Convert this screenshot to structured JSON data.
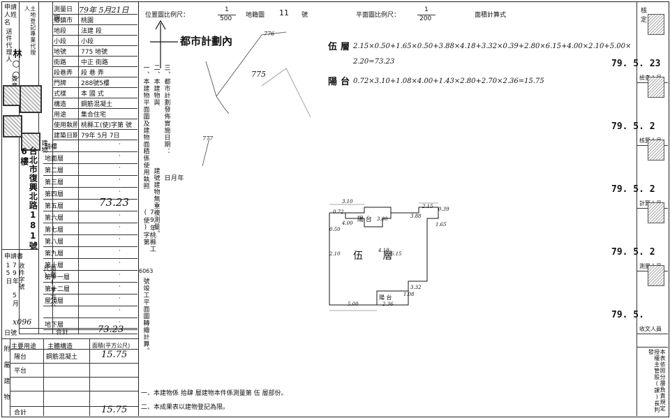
{
  "left_panel": {
    "applicant_label": "申請人姓名",
    "agent_label": "送件代理人",
    "agent_name": "林○○",
    "agent_note": "土地登記專業代理人",
    "seal_label": "簽章",
    "address": "台北市復興北路181號6樓",
    "application_label": "申請書",
    "application_date": "79年 5月 15日",
    "receipt_label": "收件字號",
    "receipt_no": "x096",
    "date_label": "日號",
    "building_label": "建物",
    "area_label": "面積(平方公尺)",
    "survey_label": "測量日期",
    "survey_date": "79年 5月21日",
    "rows": [
      {
        "label": "鄉鎮市",
        "value": "桃園"
      },
      {
        "label": "地段",
        "value": "法建 段"
      },
      {
        "label": "小段",
        "value": "小段"
      },
      {
        "label": "地號",
        "value": "775 地號"
      },
      {
        "label": "街路",
        "value": "中正 街路"
      },
      {
        "label": "段巷弄",
        "value": "段 巷 弄"
      },
      {
        "label": "門牌",
        "value": "288號5樓"
      },
      {
        "label": "式樣",
        "value": "本 國 式"
      },
      {
        "label": "構造",
        "value": "鋼筋混凝土"
      },
      {
        "label": "用途",
        "value": "集合住宅"
      },
      {
        "label": "使用執照",
        "value": "桃縣工(使)字第 號"
      },
      {
        "label": "建築日期",
        "value": "79年 5月 7日"
      }
    ],
    "floors": [
      "騎樓",
      "地面層",
      "第二層",
      "第三層",
      "第四層",
      "第五層",
      "第六層",
      "第七層",
      "第八層",
      "第九層",
      "第十層",
      "第十一層",
      "第十二層",
      "屋頂層",
      "",
      "地下層"
    ],
    "fifth_floor_area": "73.23",
    "total_label": "合計",
    "total_area": "73.23",
    "annex_header": [
      "主要用途",
      "主體構造",
      "面積(平方公尺)"
    ],
    "annex_label": "附屬建物",
    "annex_rows": [
      {
        "use": "陽台",
        "struct": "鋼筋混凝土",
        "area": "15.75"
      },
      {
        "use": "平台",
        "struct": "",
        "area": ""
      },
      {
        "use": "",
        "struct": "",
        "area": ""
      },
      {
        "use": "",
        "struct": "",
        "area": ""
      }
    ],
    "annex_total_label": "合計",
    "annex_total": "15.75"
  },
  "notes": {
    "col1": "一、本建物平面圖及建物面積係使用執照",
    "col1b": "79年桃縣工(使)字第",
    "col1c": "6063",
    "col1d": "號竣工平面圖轉繪計算。",
    "col2": "二、本建物與",
    "col2b": "建號建物無重複測量。",
    "col3": "三、都市計劃發佈實施日期：",
    "col3b": "年 月 日",
    "bottom1": "一、本建物係 拾肆 層建物本件係測量第 伍 層部份。",
    "bottom2": "二、本成果表以建物登記為限。"
  },
  "header": {
    "location_scale_label": "位置圖比例尺：",
    "location_scale_num": "1",
    "location_scale_den": "500",
    "map_sheet_label": "地籍圖",
    "map_sheet_no": "11",
    "map_sheet_suffix": "號",
    "plan_scale_label": "平面圖比例尺：",
    "plan_scale_num": "1",
    "plan_scale_den": "200",
    "calc_label": "面積計算式"
  },
  "location_map": {
    "urban_label": "都市計劃內",
    "parcel_main": "775",
    "parcel_2": "776",
    "parcel_3": "777",
    "north_arrow": "N"
  },
  "calculations": [
    {
      "label": "伍",
      "sub": "層",
      "formula": "2.15×0.50+1.65×0.50+3.88×4.18+3.32×0.39+2.80×6.15+4.00×2.10+5.00×2.20=73.23"
    },
    {
      "label": "陽",
      "sub": "台",
      "formula": "0.72×3.10+1.08×4.00+1.43×2.80+2.70×2.36=15.75"
    }
  ],
  "floor_plan": {
    "room_label": "伍 層",
    "balcony_label": "陽 台",
    "balcony2_label": "陽 台",
    "dims": [
      "3.10",
      "2.15",
      "0.72",
      "4.00",
      "3.80",
      "3.88",
      "0.39",
      "1.65",
      "0.50",
      "4.18",
      "2.10",
      "6.15",
      "3.32",
      "5.00",
      "2.36",
      "1.08"
    ]
  },
  "right_panel": {
    "header": "核定",
    "items": [
      {
        "date": "79. 5. 23",
        "role": "檢查人員"
      },
      {
        "date": "79. 5. 2",
        "role": "核算人員"
      },
      {
        "date": "79. 5. 2",
        "role": "計算人員"
      },
      {
        "date": "79. 5. 2",
        "role": "測量人員"
      },
      {
        "date": "79. 5.",
        "role": "收文人員"
      }
    ],
    "footer_note": "本表依照分層負責規定授權主管股(課)長判發"
  }
}
